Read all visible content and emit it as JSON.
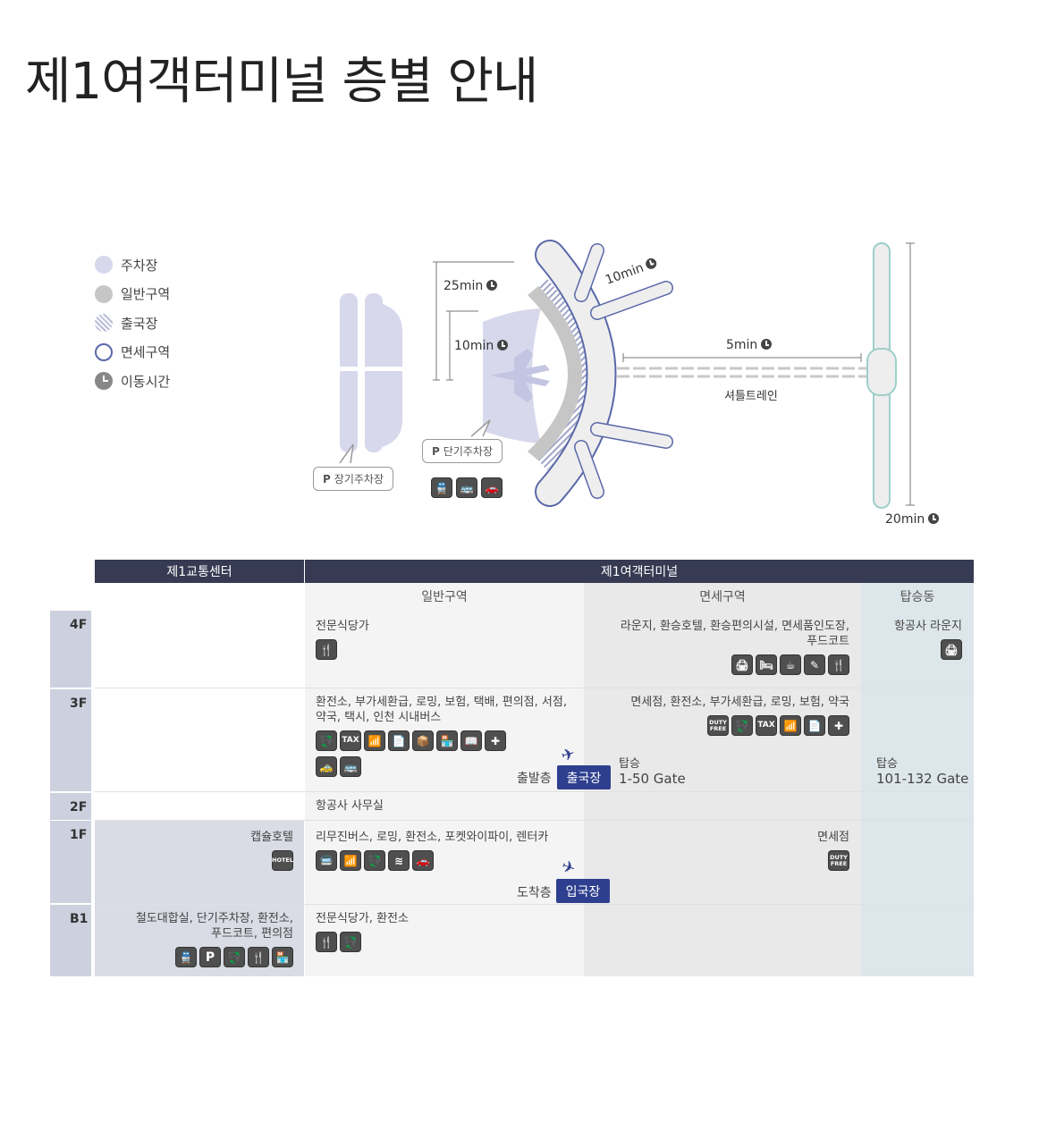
{
  "page": {
    "title": "제1여객터미널 층별 안내"
  },
  "legend": [
    {
      "key": "parking",
      "label": "주차장"
    },
    {
      "key": "general",
      "label": "일반구역"
    },
    {
      "key": "departure",
      "label": "출국장"
    },
    {
      "key": "dutyfree",
      "label": "면세구역"
    },
    {
      "key": "time",
      "label": "이동시간"
    }
  ],
  "diagram": {
    "time_25": "25min",
    "time_10a": "10min",
    "time_10b": "10min",
    "time_5": "5min",
    "time_20": "20min",
    "shuttle": "셔틀트레인",
    "long_parking": {
      "p": "P",
      "text": "장기주차장"
    },
    "short_parking": {
      "p": "P",
      "text": "단기주차장"
    },
    "transport_icons": [
      "train-icon",
      "bus-icon",
      "car-icon"
    ]
  },
  "table": {
    "headers": {
      "transport_center": "제1교통센터",
      "terminal": "제1여객터미널"
    },
    "subheaders": {
      "general": "일반구역",
      "dutyfree": "면세구역",
      "boarding": "탑승동"
    },
    "floors": [
      "4F",
      "3F",
      "2F",
      "1F",
      "B1"
    ],
    "rows": {
      "f4": {
        "general": "전문식당가",
        "general_icons": [
          "restaurant-icon"
        ],
        "dutyfree_l1": "라운지, 환승호텔, 환승편의시설, 면세품인도장,",
        "dutyfree_l2": "푸드코트",
        "dutyfree_icons": [
          "lounge-icon",
          "hotel-bed-icon",
          "cafe-icon",
          "delivery-icon",
          "restaurant-icon"
        ],
        "boarding": "항공사 라운지",
        "boarding_icons": [
          "lounge-icon"
        ]
      },
      "f3": {
        "general_l1": "환전소, 부가세환급, 로밍, 보험, 택배, 편의점, 서점,",
        "general_l2": "약국, 택시, 인천 시내버스",
        "general_icons1": [
          "exchange-icon",
          "tax-icon",
          "roaming-icon",
          "insurance-icon",
          "parcel-icon",
          "store-icon",
          "book-icon",
          "pharmacy-icon"
        ],
        "general_icons2": [
          "taxi-icon",
          "bus-icon"
        ],
        "dutyfree": "면세점, 환전소, 부가세환급, 로밍, 보험, 약국",
        "dutyfree_icons": [
          "dutyfree-icon",
          "exchange-icon",
          "tax-icon",
          "roaming-icon",
          "insurance-icon",
          "pharmacy-icon"
        ],
        "depart_label": "출발층",
        "depart_button": "출국장",
        "gate_title": "탑승",
        "gate_range": "1-50 Gate",
        "boarding_gate_title": "탑승",
        "boarding_gate_range": "101-132 Gate"
      },
      "f2": {
        "general": "항공사 사무실"
      },
      "f1": {
        "transport": "캡슐호텔",
        "transport_icons": [
          "hotel-icon"
        ],
        "general": "리무진버스, 로밍, 환전소, 포켓와이파이, 렌터카",
        "general_icons": [
          "limousine-icon",
          "roaming-icon",
          "exchange-icon",
          "wifi-icon",
          "rentcar-icon"
        ],
        "dutyfree": "면세점",
        "dutyfree_icons": [
          "dutyfree-icon"
        ],
        "arrive_label": "도착층",
        "arrive_button": "입국장"
      },
      "b1": {
        "transport_l1": "철도대합실, 단기주차장, 환전소,",
        "transport_l2": "푸드코트, 편의점",
        "transport_icons": [
          "train-icon",
          "parking-icon",
          "exchange-icon",
          "restaurant-icon",
          "store-icon"
        ],
        "general": "전문식당가, 환전소",
        "general_icons": [
          "restaurant-icon",
          "exchange-icon"
        ]
      }
    },
    "icon_text": {
      "tax": "TAX",
      "duty": "DUTY FREE",
      "hotel": "HOTEL",
      "parking": "P"
    }
  },
  "colors": {
    "header": "#363a52",
    "parking": "#d7d8ec",
    "general": "#c6c6c6",
    "dutyfree_stroke": "#5a68a8",
    "button": "#2f3f8f",
    "floor_col": "#cdd0de",
    "boarding_col": "#dde6ea"
  }
}
